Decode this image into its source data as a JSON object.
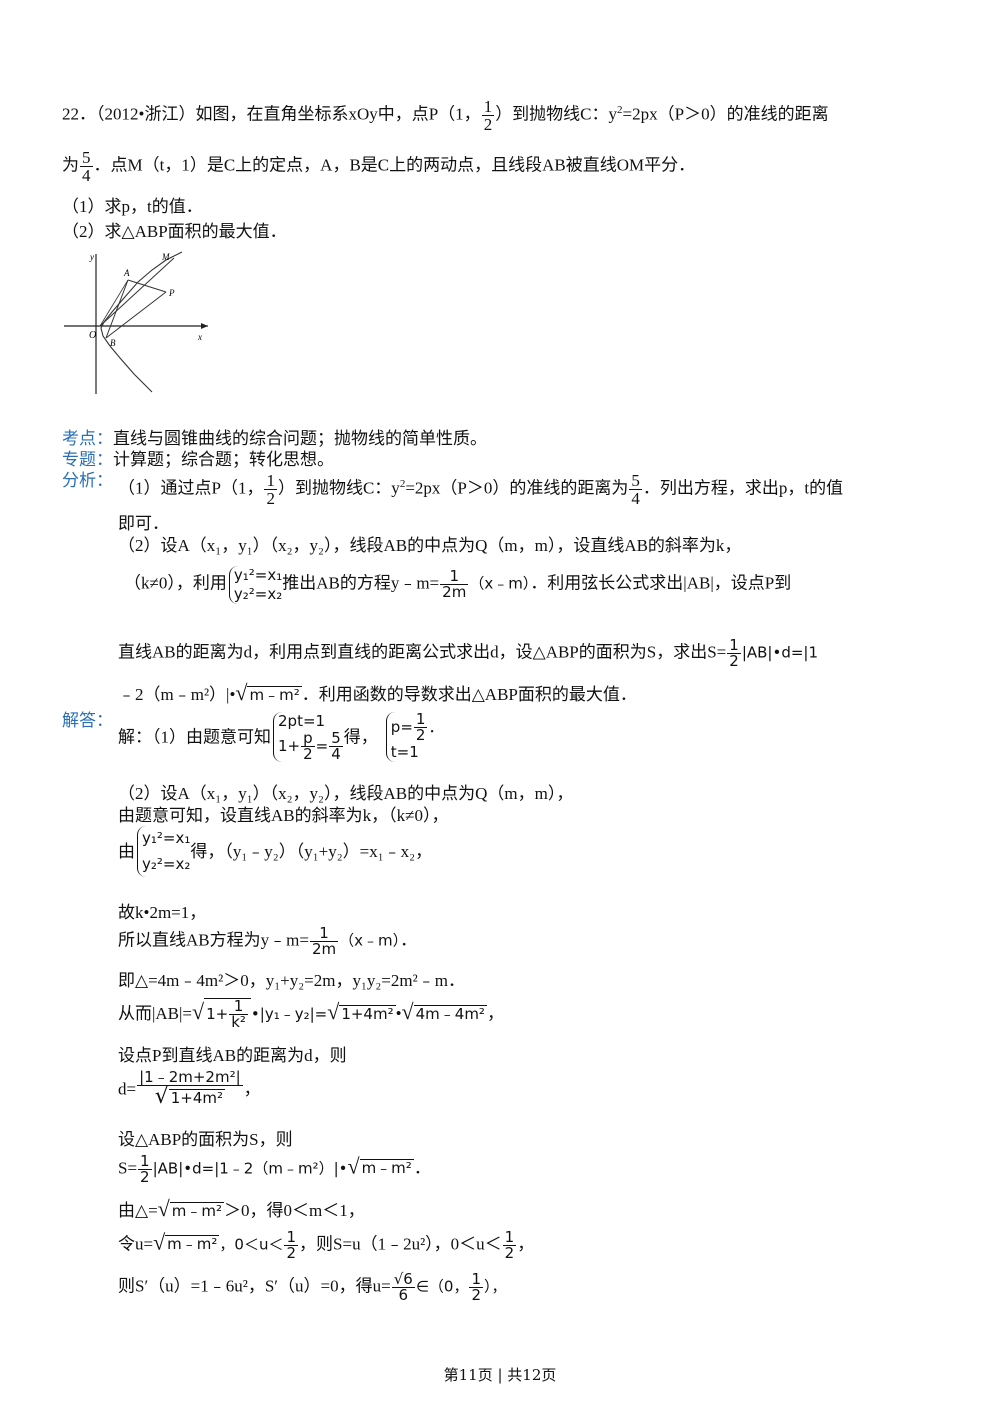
{
  "problem": {
    "line1_pre": "22．（2012•浙江）如图，在直角坐标系xOy中，点P（1，",
    "half_num": "1",
    "half_den": "2",
    "line1_post": "）到抛物线C：y",
    "line1_exp": "2",
    "line1_end": "=2px（P＞0）的准线的距离",
    "line2_pre": "为",
    "dist_num": "5",
    "dist_den": "4",
    "line2_post": "．点M（t，1）是C上的定点，A，B是C上的两动点，且线段AB被直线OM平分．",
    "q1": "（1）求p，t的值．",
    "q2": "（2）求△ABP面积的最大值．"
  },
  "figure": {
    "y_label": "y",
    "x_label": "x",
    "o_label": "O",
    "a_label": "A",
    "b_label": "B",
    "m_label": "M",
    "p_label": "P"
  },
  "meta": {
    "kaodian_label": "考点：",
    "kaodian_text": "直线与圆锥曲线的综合问题；抛物线的简单性质。",
    "zhuanti_label": "专题：",
    "zhuanti_text": "计算题；综合题；转化思想。",
    "fenxi_label": "分析：",
    "jieda_label": "解答："
  },
  "analysis": {
    "a1_pre": "（1）通过点P（1，",
    "a1_mid": "）到抛物线C：y",
    "a1_exp": "2",
    "a1_post": "=2px（P＞0）的准线的距离为",
    "a1_end": "．列出方程，求出p，t的值",
    "a1_cont": "即可．",
    "a2_line1": "（2）设A（x₁，y₁）（x₂，y₂），线段AB的中点为Q（m，m），设直线AB的斜率为k，",
    "a2_pre": "（k≠0），利用",
    "sys_row1": "y₁²=x₁",
    "sys_row2": "y₂²=x₂",
    "a2_mid": "推出AB的方程y﹣m=",
    "a2_frac_num": "1",
    "a2_frac_den": "2m",
    "a2_paren": "（x﹣m）",
    "a2_post": "．利用弦长公式求出|AB|，设点P到",
    "a3_pre": "直线AB的距离为d，利用点到直线的距离公式求出d，设△ABP的面积为S，求出S=",
    "a3_post": "|AB|•d=|1",
    "a4_pre": "﹣2（m﹣m²）|•",
    "a4_sqrt": "m﹣m²",
    "a4_post": "．利用函数的导数求出△ABP面积的最大值．"
  },
  "solution": {
    "s1_pre": "解：（1）由题意可知",
    "s1_row1": "2pt=1",
    "s1_row2_pre": "1+",
    "s1_p": "p",
    "s1_2": "2",
    "s1_eq": "=",
    "s1_mid": "得，",
    "s1_res_p": "p=",
    "s1_res_t": "t=1",
    "s1_dot": "．",
    "s2": "（2）设A（x₁，y₁）（x₂，y₂），线段AB的中点为Q（m，m），",
    "s3": "由题意可知，设直线AB的斜率为k，（k≠0），",
    "s4_pre": "由",
    "s4_post": "得，（y₁﹣y₂）（y₁+y₂）=x₁﹣x₂，",
    "s5": "故k•2m=1，",
    "s6_pre": "所以直线AB方程为y﹣m=",
    "s6_post": "．",
    "s7": "即△=4m﹣4m²＞0，y₁+y₂=2m，y₁y₂=2m²﹣m．",
    "s8_pre": "从而|AB|=",
    "s8_sqrt1": "1+",
    "s8_k2": "k²",
    "s8_mid": "•|y₁﹣y₂|=",
    "s8_sqrt2": "1+4m²",
    "s8_bullet": "•",
    "s8_sqrt3": "4m﹣4m²",
    "s8_end": "，",
    "s9": "设点P到直线AB的距离为d，则",
    "s10_pre": "d=",
    "s10_num": "|1﹣2m+2m²|",
    "s10_den": "1+4m²",
    "s10_end": "，",
    "s11": "设△ABP的面积为S，则",
    "s12_pre": "S=",
    "s12_mid": "|AB|•d=|1﹣2（m﹣m²）|•",
    "s12_sqrt": "m﹣m²",
    "s12_end": "．",
    "s13_pre": "由△=",
    "s13_sqrt": "m﹣m²",
    "s13_post": "＞0，得0＜m＜1，",
    "s14_pre": "令u=",
    "s14_sqrt": "m﹣m²",
    "s14_mid": "，0＜u＜",
    "s14_mid2": "，则S=u（1﹣2u²），0＜u＜",
    "s14_end": "，",
    "s15_pre": "则S′（u）=1﹣6u²，S′（u）=0，得u=",
    "s15_num": "√6",
    "s15_den": "6",
    "s15_mid": "∈（0，",
    "s15_end": "），"
  },
  "footer": {
    "text": "第11页 | 共12页"
  }
}
